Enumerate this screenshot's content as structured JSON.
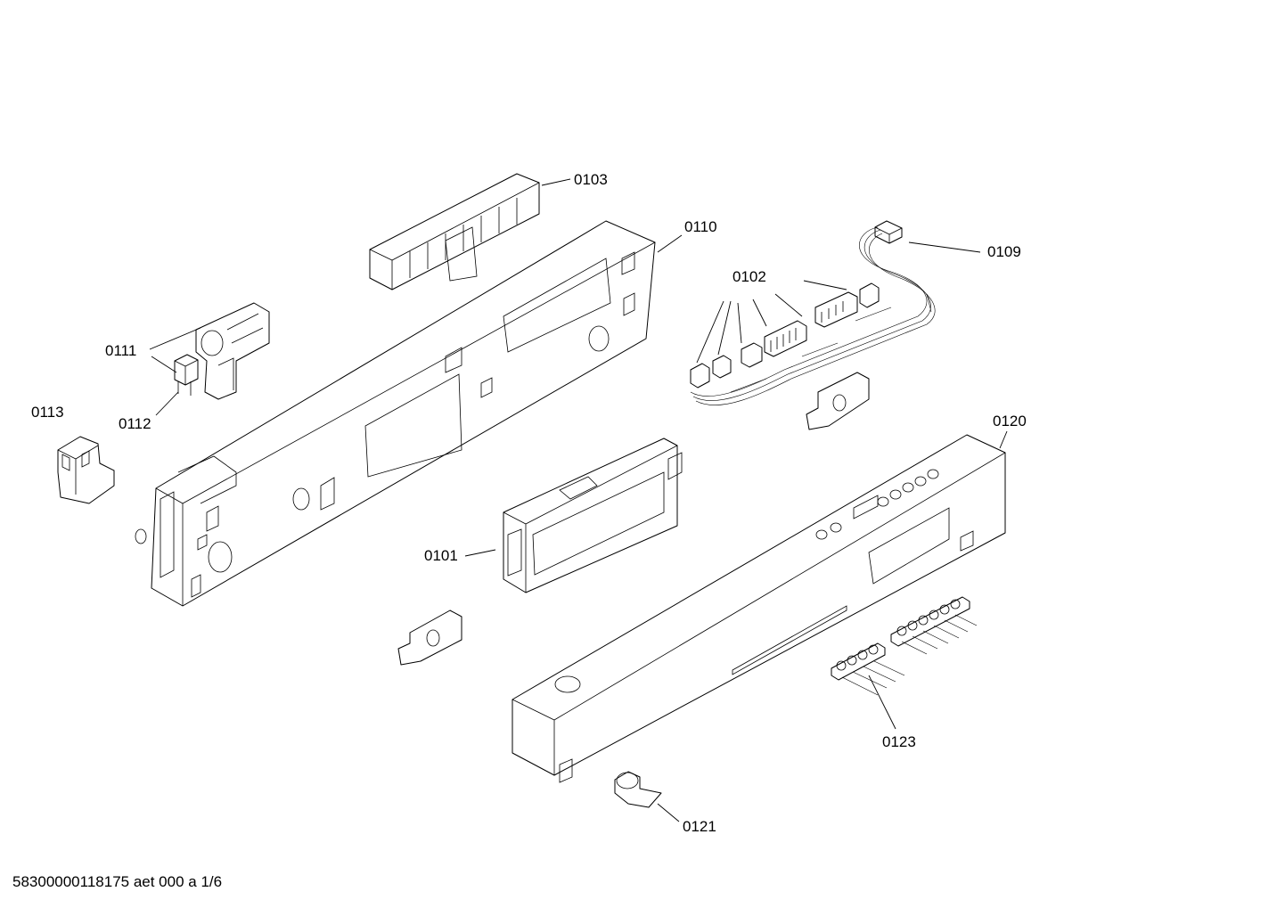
{
  "labels": {
    "p0101": "0101",
    "p0102": "0102",
    "p0103": "0103",
    "p0109": "0109",
    "p0110": "0110",
    "p0111": "0111",
    "p0112": "0112",
    "p0113": "0113",
    "p0120": "0120",
    "p0121": "0121",
    "p0123": "0123"
  },
  "footer": "58300000118175 aet 000 a 1/6"
}
